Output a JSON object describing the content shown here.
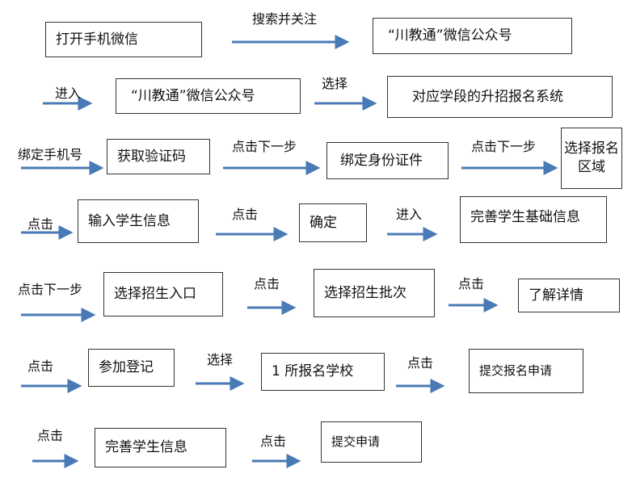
{
  "steps": {
    "open_wechat": "打开手机微信",
    "official_account_1": "“川教通”微信公众号",
    "official_account_2": "“川教通”微信公众号",
    "enrollment_system": "对应学段的升招报名系统",
    "get_code": "获取验证码",
    "bind_id": "绑定身份证件",
    "select_region": "选择报名区域",
    "input_info": "输入学生信息",
    "confirm": "确定",
    "complete_basic": "完善学生基础信息",
    "select_entry": "选择招生入口",
    "select_batch": "选择招生批次",
    "details": "了解详情",
    "register": "参加登记",
    "one_school": "1 所报名学校",
    "submit_application": "提交报名申请",
    "complete_info": "完善学生信息",
    "submit": "提交申请"
  },
  "arrow_labels": {
    "search_follow": "搜索并关注",
    "enter_1": "进入",
    "select_1": "选择",
    "bind_phone": "绑定手机号",
    "next_1": "点击下一步",
    "next_2": "点击下一步",
    "click_1": "点击",
    "click_2": "点击",
    "enter_2": "进入",
    "next_3": "点击下一步",
    "click_3": "点击",
    "click_4": "点击",
    "click_5": "点击",
    "select_2": "选择",
    "click_6": "点击",
    "click_7": "点击",
    "click_8": "点击"
  },
  "colors": {
    "arrow": "#4a7ab5",
    "arrow_edge": "#3d6aa3",
    "box_border": "#333333"
  }
}
